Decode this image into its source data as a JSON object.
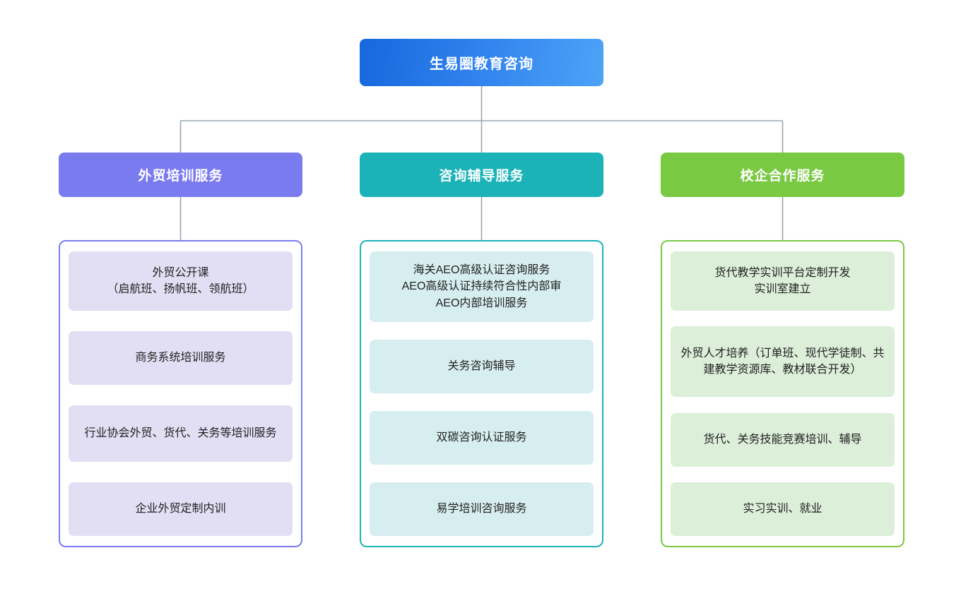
{
  "root": {
    "label": "生易圈教育咨询",
    "color": "#2f80ed"
  },
  "connector_color": "#9aa5b1",
  "columns": [
    {
      "id": "foreign-trade-training",
      "header": "外贸培训服务",
      "color": "#7b7bf0",
      "card_color": "#e2dff4",
      "items": [
        "外贸公开课\n（启航班、扬帆班、领航班）",
        "商务系统培训服务",
        "行业协会外贸、货代、关务等培训服务",
        "企业外贸定制内训"
      ]
    },
    {
      "id": "consulting-tutoring",
      "header": "咨询辅导服务",
      "color": "#1cb3b8",
      "card_color": "#d7eef0",
      "items": [
        "海关AEO高级认证咨询服务\nAEO高级认证持续符合性内部审\nAEO内部培训服务",
        "关务咨询辅导",
        "双碳咨询认证服务",
        "易学培训咨询服务"
      ]
    },
    {
      "id": "school-enterprise-cooperation",
      "header": "校企合作服务",
      "color": "#7ac943",
      "card_color": "#dcefd9",
      "items": [
        "货代教学实训平台定制开发\n实训室建立",
        "外贸人才培养（订单班、现代学徒制、共建教学资源库、教材联合开发）",
        "货代、关务技能竞赛培训、辅导",
        "实习实训、就业"
      ]
    }
  ]
}
